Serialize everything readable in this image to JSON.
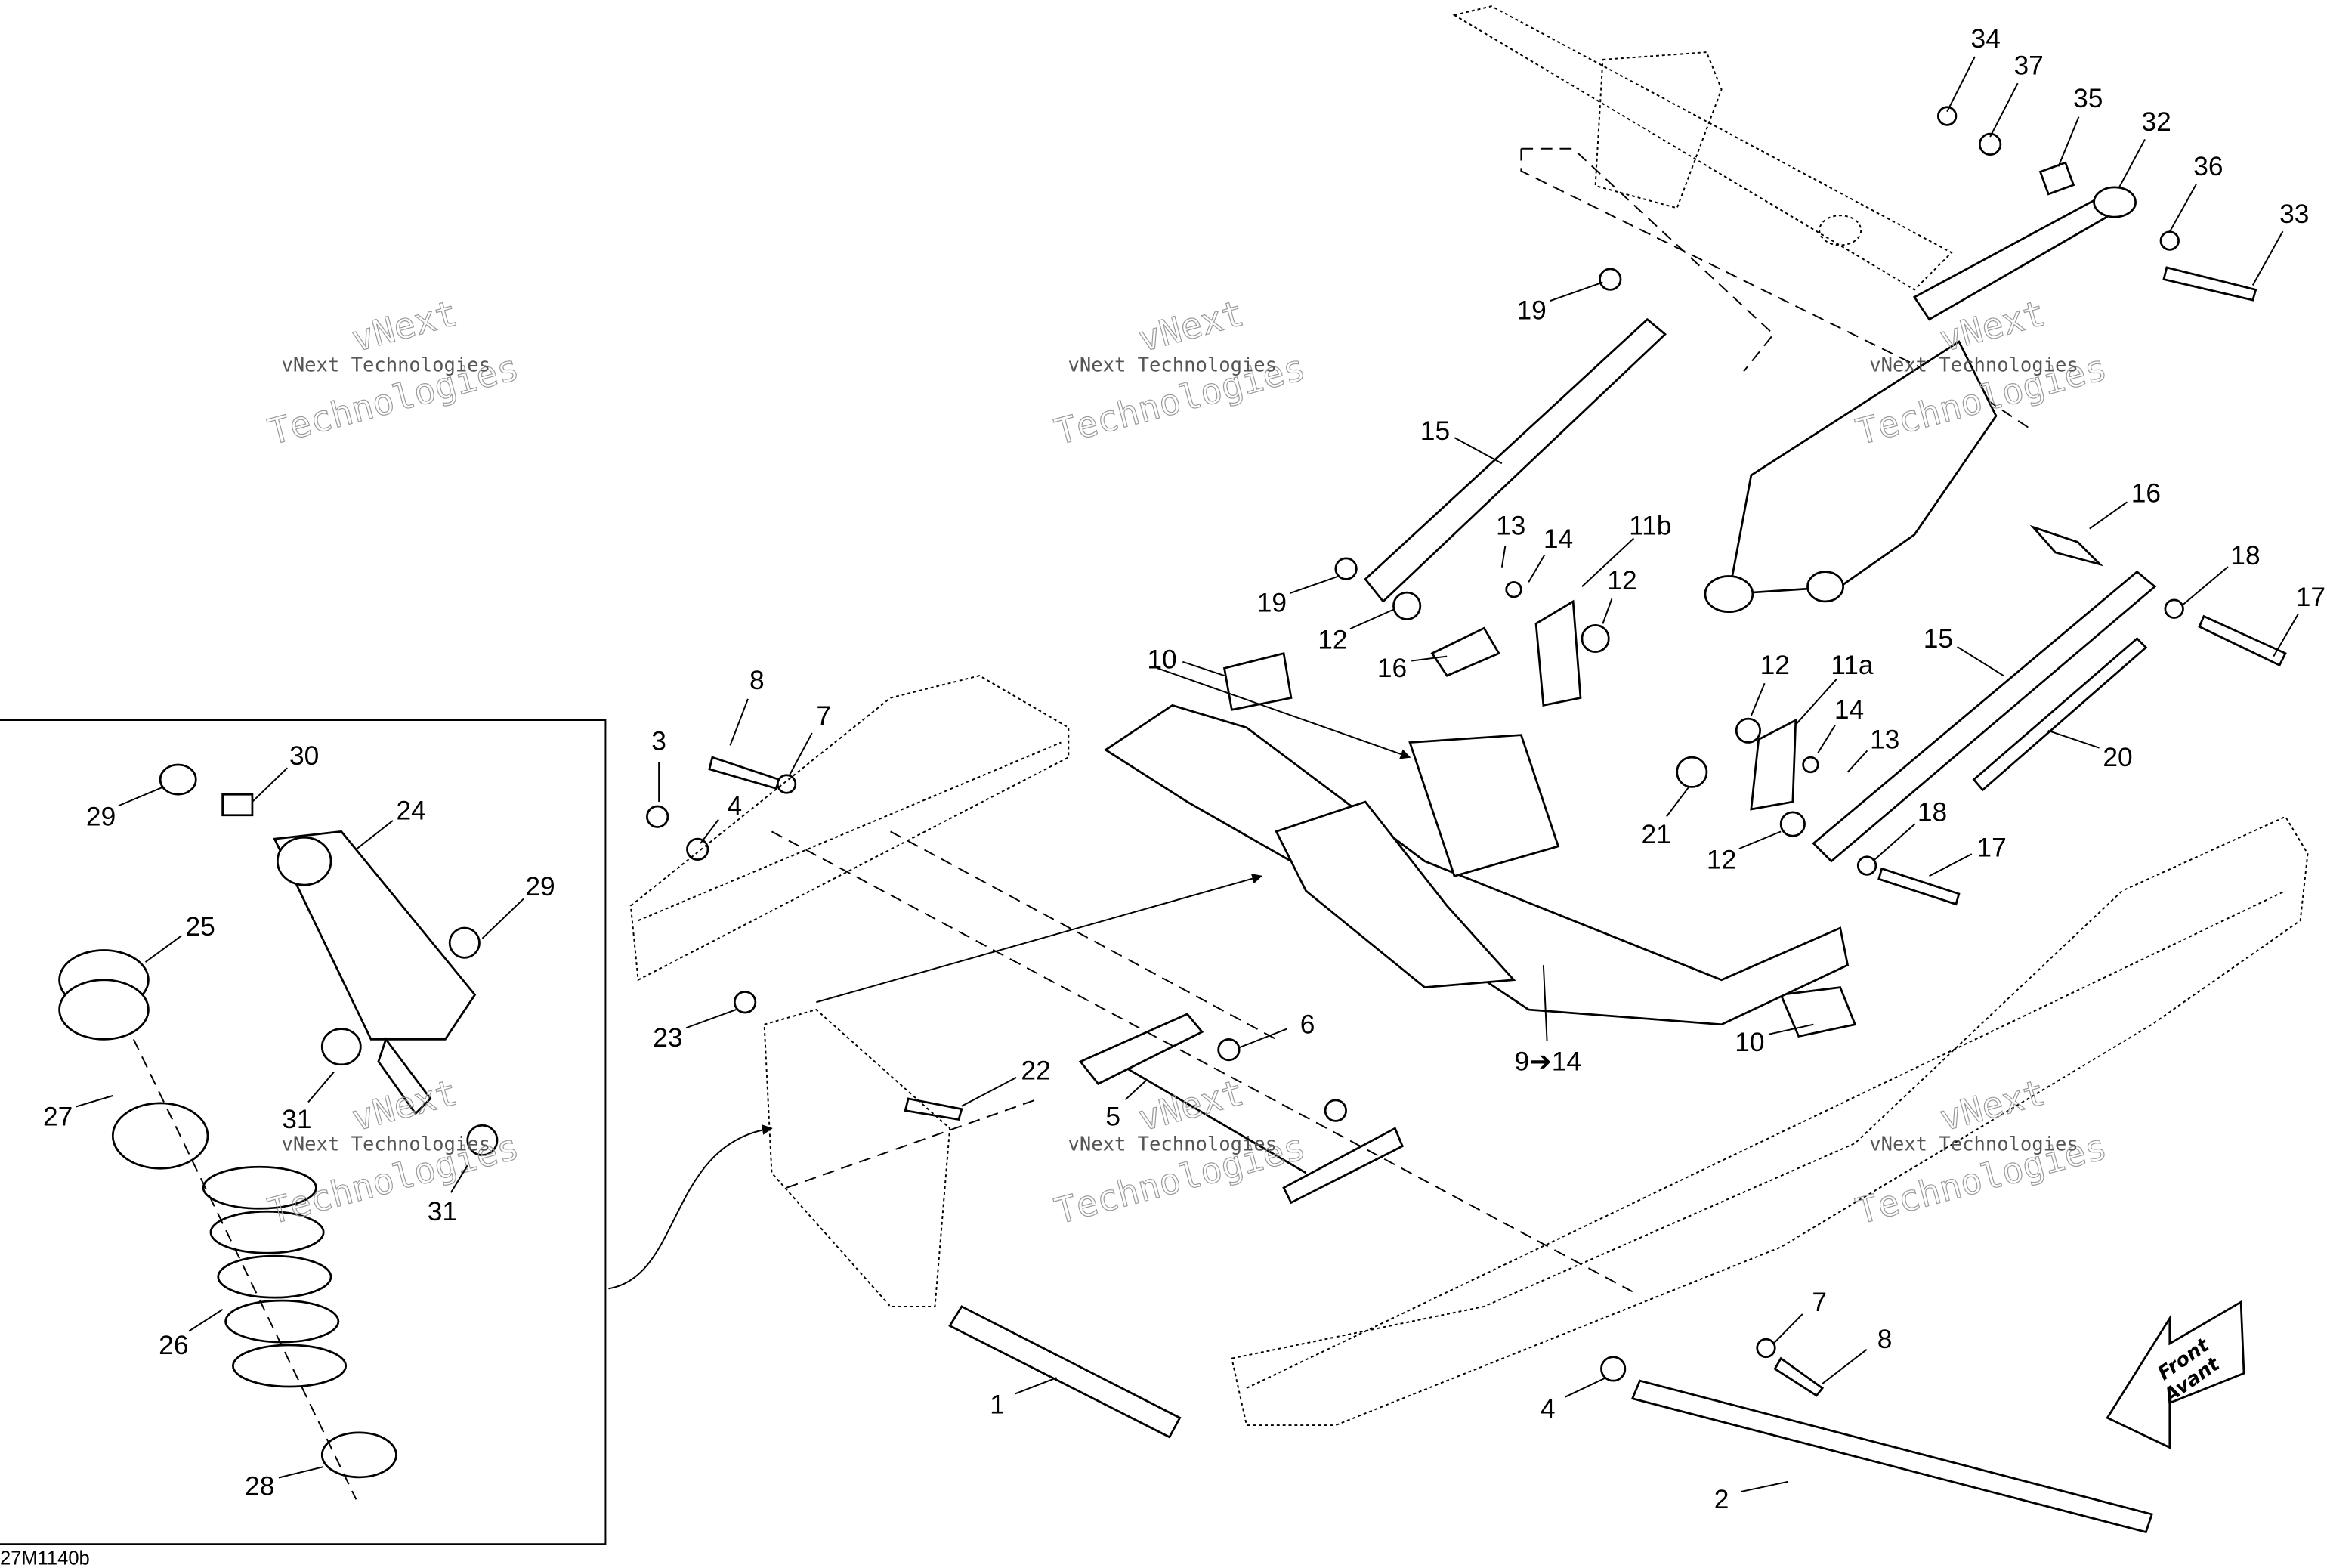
{
  "diagram": {
    "drawing_code": "27M1140b",
    "watermark": {
      "line1": "vNext Technologies",
      "line2": "vNext",
      "line3": "Technologies"
    },
    "direction_arrow": {
      "line1": "Front",
      "line2": "Avant"
    },
    "callouts": [
      "34",
      "37",
      "35",
      "32",
      "36",
      "33",
      "19",
      "15",
      "16",
      "18",
      "17",
      "13",
      "14",
      "11b",
      "12",
      "19",
      "12",
      "16",
      "10",
      "12",
      "11a",
      "14",
      "13",
      "15",
      "20",
      "21",
      "12",
      "18",
      "17",
      "10",
      "9➔14",
      "8",
      "7",
      "3",
      "4",
      "6",
      "22",
      "23",
      "5",
      "1",
      "2",
      "4",
      "7",
      "8",
      "30",
      "29",
      "24",
      "29",
      "25",
      "31",
      "31",
      "27",
      "26",
      "28"
    ]
  }
}
